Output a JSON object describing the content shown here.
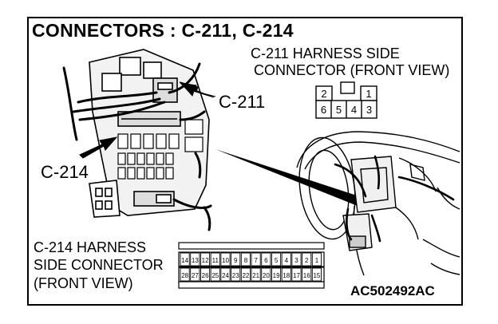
{
  "title": "CONNECTORS : C-211, C-214",
  "c211": {
    "caption_line1": "C-211 HARNESS SIDE",
    "caption_line2": "CONNECTOR (FRONT VIEW)",
    "label": "C-211",
    "top_pins": [
      "2",
      "",
      "1"
    ],
    "bottom_pins": [
      "6",
      "5",
      "4",
      "3"
    ]
  },
  "c214": {
    "label": "C-214",
    "caption_line1": "C-214 HARNESS",
    "caption_line2": "SIDE CONNECTOR",
    "caption_line3": "(FRONT VIEW)",
    "top_pins": [
      "14",
      "13",
      "12",
      "11",
      "10",
      "9",
      "8",
      "7",
      "6",
      "5",
      "4",
      "3",
      "2",
      "1"
    ],
    "bottom_pins": [
      "28",
      "27",
      "26",
      "25",
      "24",
      "23",
      "22",
      "21",
      "20",
      "19",
      "18",
      "17",
      "16",
      "15"
    ]
  },
  "figure_id": "AC502492AC"
}
